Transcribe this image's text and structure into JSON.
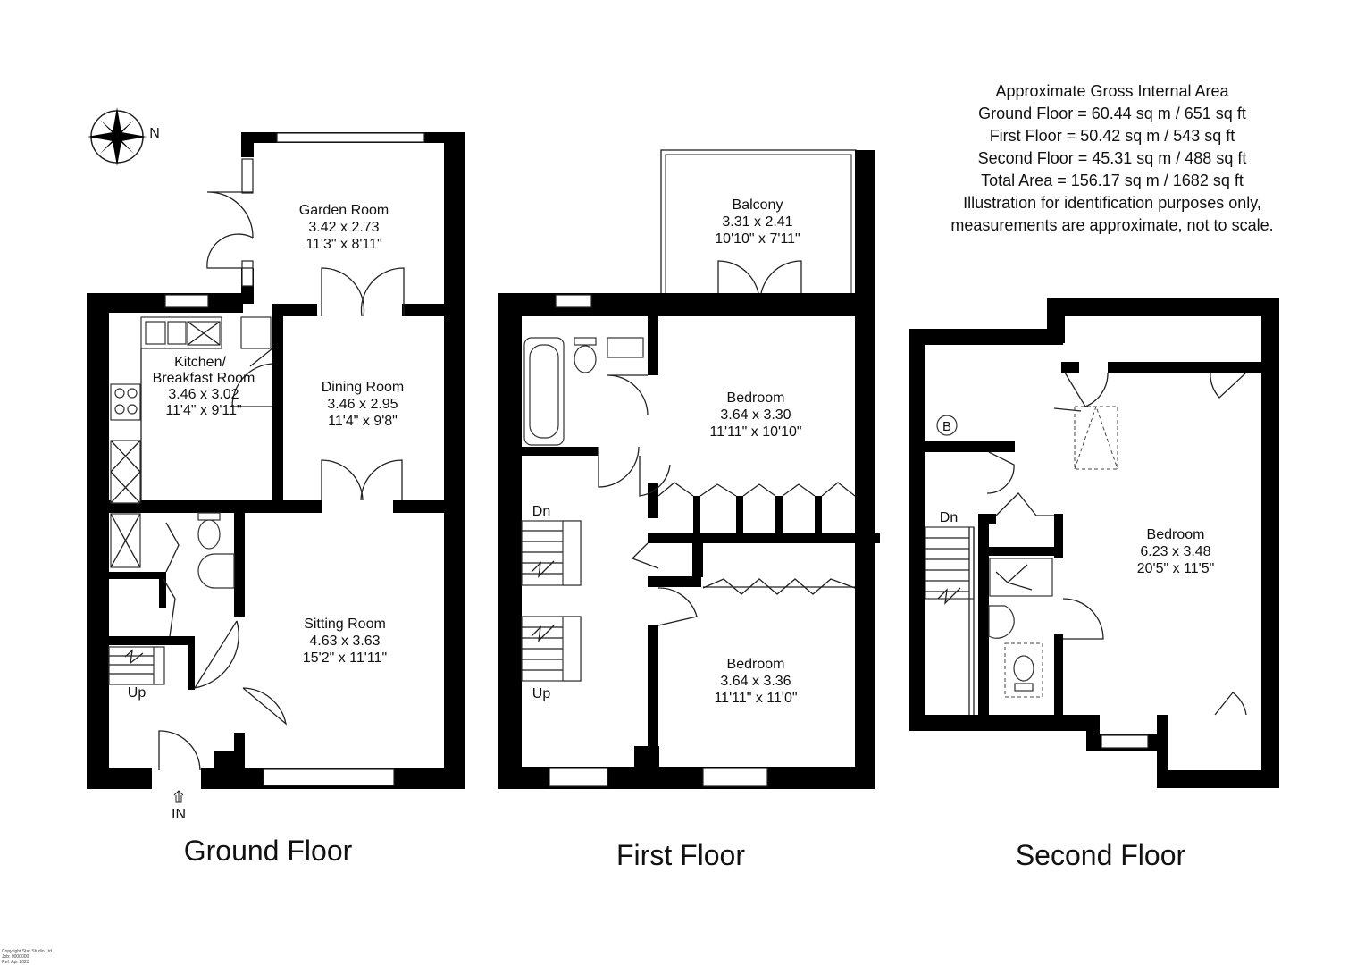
{
  "area_info": {
    "heading": "Approximate Gross Internal Area",
    "ground": "Ground Floor = 60.44 sq m / 651 sq ft",
    "first": "First Floor = 50.42 sq m / 543 sq ft",
    "second": "Second Floor = 45.31 sq m / 488 sq ft",
    "total": "Total Area = 156.17 sq m / 1682 sq ft",
    "disclaimer_1": "Illustration for identification purposes only,",
    "disclaimer_2": "measurements are approximate, not to scale."
  },
  "compass": {
    "label": "N",
    "icon": "compass-rose-icon"
  },
  "floors": {
    "ground": {
      "title": "Ground Floor",
      "entrance": "IN",
      "stairs": "Up",
      "rooms": {
        "garden_room": {
          "name": "Garden Room",
          "metric": "3.42 x 2.73",
          "imperial": "11'3\" x 8'11\""
        },
        "kitchen": {
          "name_1": "Kitchen/",
          "name_2": "Breakfast Room",
          "metric": "3.46 x 3.02",
          "imperial": "11'4\" x 9'11\""
        },
        "dining": {
          "name": "Dining Room",
          "metric": "3.46 x 2.95",
          "imperial": "11'4\" x 9'8\""
        },
        "sitting": {
          "name": "Sitting Room",
          "metric": "4.63 x 3.63",
          "imperial": "15'2\" x 11'11\""
        }
      }
    },
    "first": {
      "title": "First Floor",
      "stairs_down": "Dn",
      "stairs_up": "Up",
      "rooms": {
        "balcony": {
          "name": "Balcony",
          "metric": "3.31 x 2.41",
          "imperial": "10'10\" x 7'11\""
        },
        "bedroom_1": {
          "name": "Bedroom",
          "metric": "3.64 x 3.30",
          "imperial": "11'11\" x 10'10\""
        },
        "bedroom_2": {
          "name": "Bedroom",
          "metric": "3.64 x 3.36",
          "imperial": "11'11\" x 11'0\""
        }
      }
    },
    "second": {
      "title": "Second Floor",
      "stairs_down": "Dn",
      "boiler": "B",
      "rooms": {
        "bedroom": {
          "name": "Bedroom",
          "metric": "6.23 x 3.48",
          "imperial": "20'5\" x 11'5\""
        }
      }
    }
  },
  "footer": {
    "line_1": "Copyright Star Studio Ltd",
    "line_2": "Job: 0000000",
    "line_3": "Ref: Apr 2023"
  }
}
